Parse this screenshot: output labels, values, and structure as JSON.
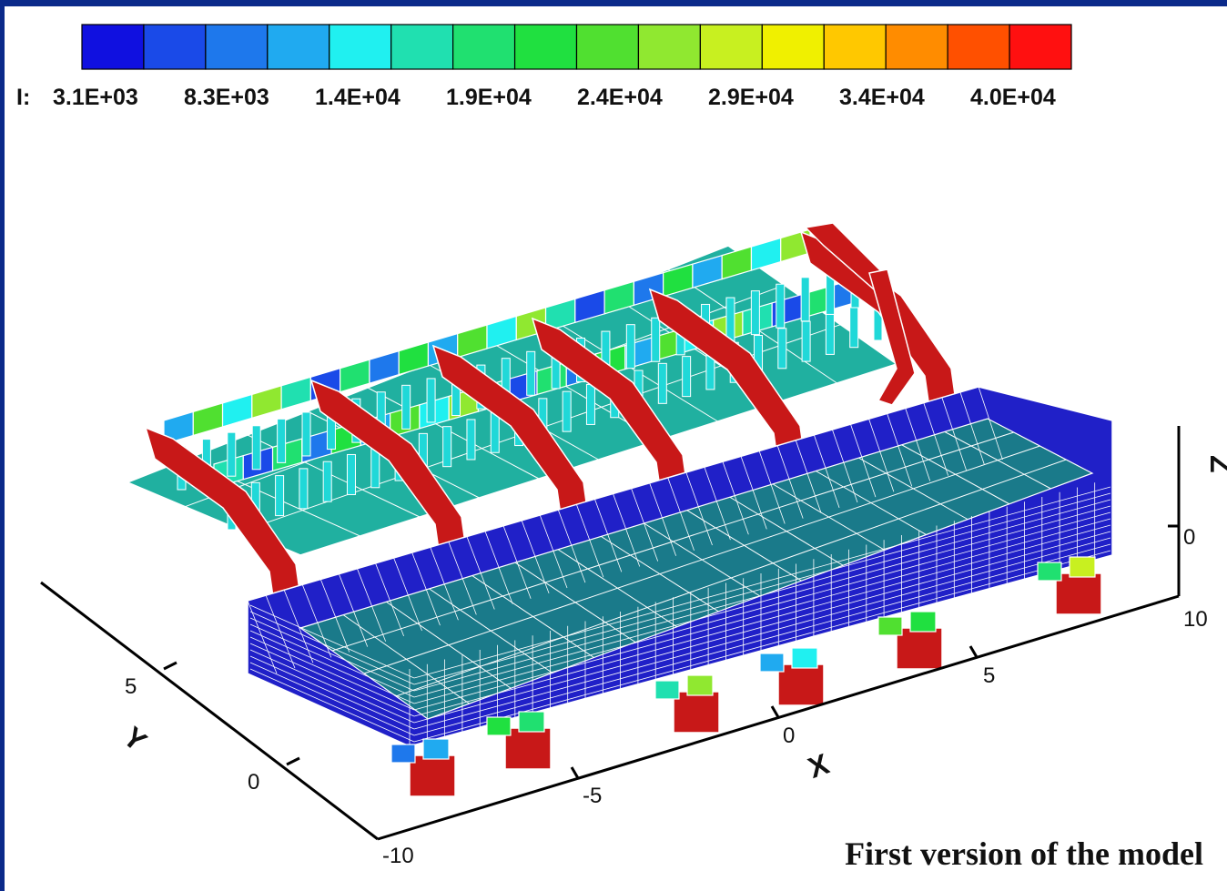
{
  "colorbar": {
    "variable": "I:",
    "colors": [
      "#1010e0",
      "#1a4ae8",
      "#1e78ec",
      "#20aaf0",
      "#20f0f0",
      "#20e0b0",
      "#20e070",
      "#20e040",
      "#50e030",
      "#90e830",
      "#c8f020",
      "#f0f000",
      "#ffc800",
      "#ff8c00",
      "#ff5000",
      "#ff1010"
    ],
    "labels": [
      "3.1E+03",
      "8.3E+03",
      "1.4E+04",
      "1.9E+04",
      "2.4E+04",
      "2.9E+04",
      "3.4E+04",
      "4.0E+04"
    ]
  },
  "axes": {
    "x": {
      "name": "X",
      "ticks": [
        "-10",
        "-5",
        "0",
        "5"
      ]
    },
    "y": {
      "name": "Y",
      "ticks": [
        "0",
        "5"
      ]
    },
    "z": {
      "name": "Z",
      "ticks": [
        "0",
        "10"
      ]
    }
  },
  "model_colors": {
    "frame_red": "#c81818",
    "hull_blue": "#2020c8",
    "deck_teal": "#1a7a8a",
    "deck_green": "#20b0a0"
  },
  "caption": "First version of the model"
}
